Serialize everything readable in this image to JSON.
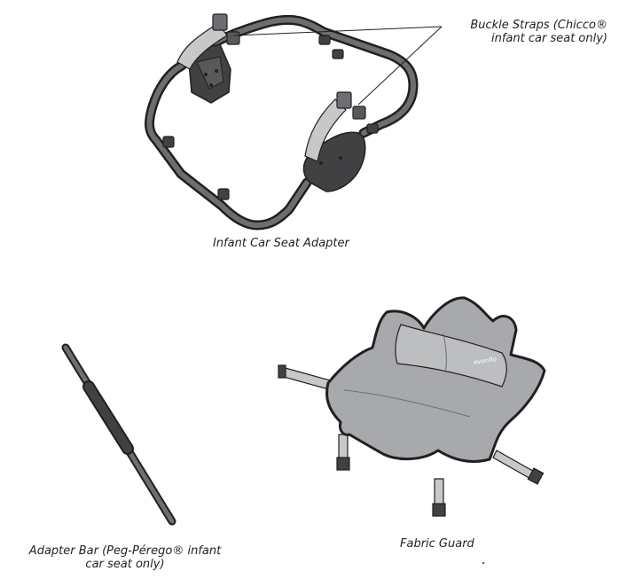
{
  "parts": {
    "adapter": {
      "caption": "Infant Car Seat Adapter"
    },
    "buckle_straps": {
      "line1": "Buckle Straps (Chicco®",
      "line2": "infant car seat only)"
    },
    "adapter_bar": {
      "line1": "Adapter Bar (Peg-Pérego® infant",
      "line2": "car seat only)"
    },
    "fabric_guard": {
      "caption": "Fabric Guard",
      "logo_text": "evenflo"
    }
  },
  "colors": {
    "outline": "#231f20",
    "frame": "#6d6e71",
    "frame_dark": "#414042",
    "fabric": "#a7a9ac",
    "fabric_light": "#bcbec0",
    "strap": "#c7c8ca"
  }
}
